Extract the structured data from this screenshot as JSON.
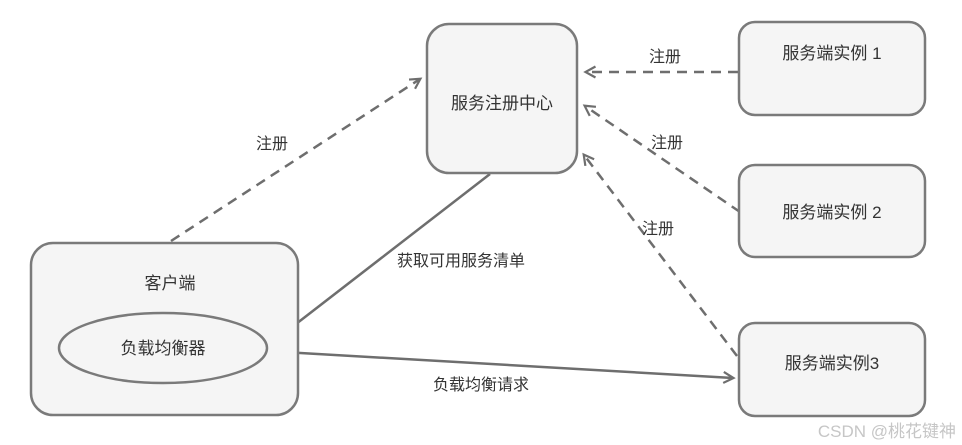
{
  "diagram": {
    "nodes": {
      "registry": {
        "label": "服务注册中心"
      },
      "server_instance_1": {
        "label": "服务端实例 1"
      },
      "server_instance_2": {
        "label": "服务端实例 2"
      },
      "server_instance_3": {
        "label": "服务端实例3"
      },
      "client": {
        "label": "客户端"
      },
      "load_balancer": {
        "label": "负载均衡器"
      }
    },
    "edges": {
      "client_to_registry": {
        "label": "注册",
        "line": "dashed"
      },
      "instance1_to_registry": {
        "label": "注册",
        "line": "dashed"
      },
      "instance2_to_registry": {
        "label": "注册",
        "line": "dashed"
      },
      "instance3_to_registry": {
        "label": "注册",
        "line": "dashed"
      },
      "registry_to_load_balancer": {
        "label": "获取可用服务清单",
        "line": "solid"
      },
      "load_balancer_to_instance3": {
        "label": "负载均衡请求",
        "line": "solid"
      }
    },
    "colors": {
      "node_fill": "#f5f5f5",
      "node_border": "#7a7a7a",
      "edge": "#6e6e6e",
      "text": "#333333",
      "watermark": "#c6c6c6",
      "background": "#ffffff"
    }
  },
  "watermark": {
    "text": "CSDN @桃花键神"
  }
}
